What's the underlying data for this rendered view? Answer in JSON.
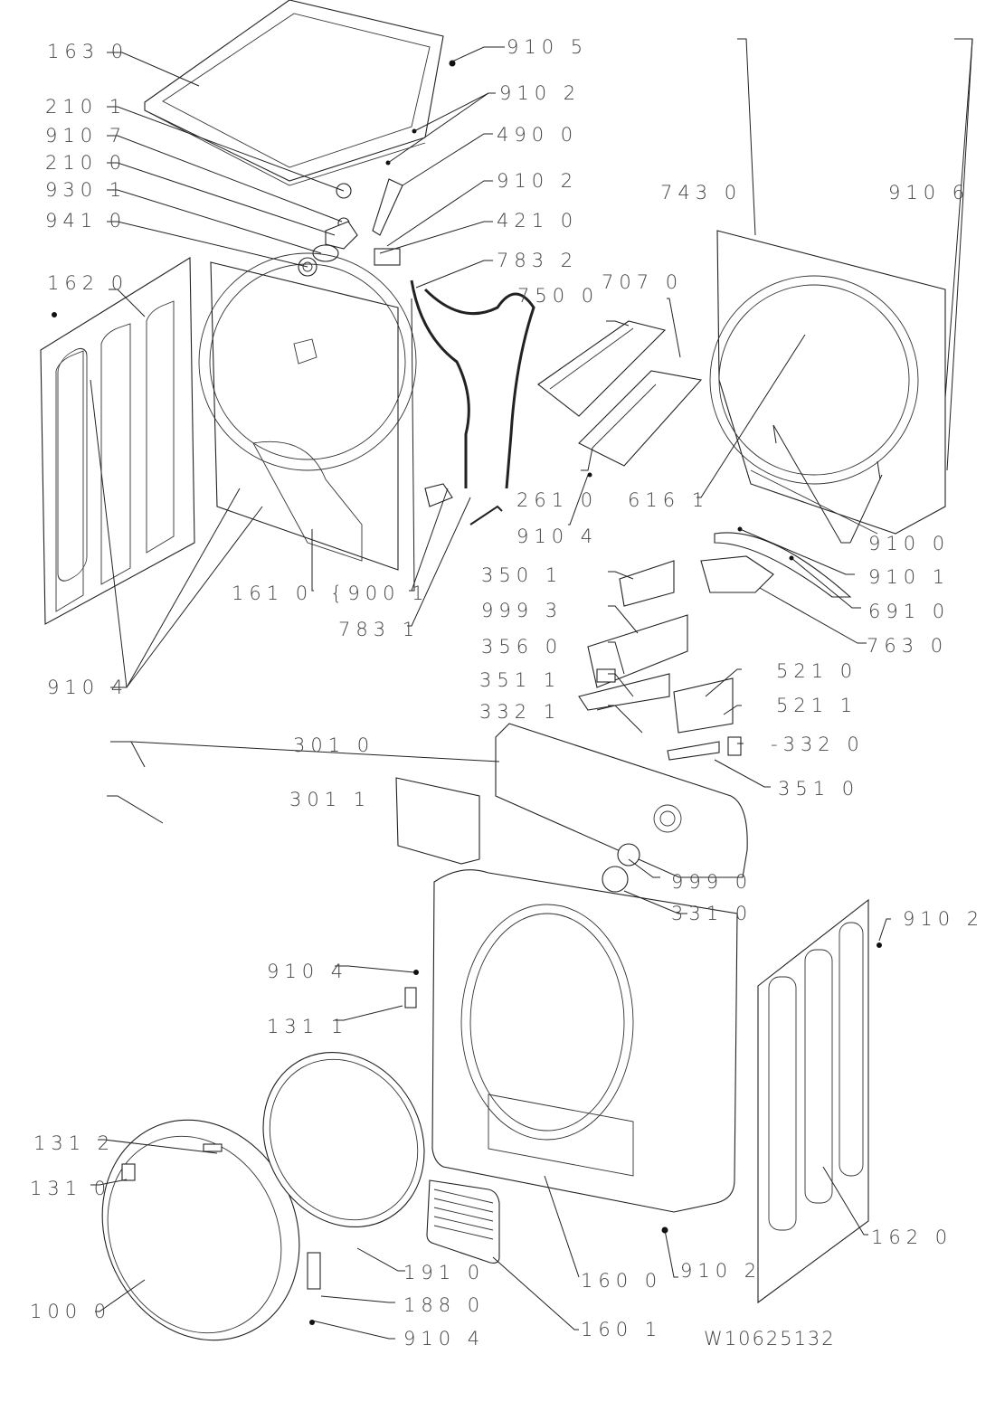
{
  "title": "Dryer exploded parts diagram",
  "document_number": "W10625132",
  "callouts": {
    "c1630": "163 0",
    "c9105": "910 5",
    "c9102a": "910 2",
    "c2101": "210 1",
    "c9107": "910 7",
    "c4900": "490 0",
    "c2100": "210 0",
    "c9102b": "910 2",
    "c9301": "930 1",
    "c4210": "421 0",
    "c9410": "941 0",
    "c7832": "783 2",
    "c7430": "743 0",
    "c9106": "910 6",
    "c1620a": "162 0",
    "c7070": "707 0",
    "c7500": "750 0",
    "c2610": "261 0",
    "c6161": "616 1",
    "c9104a": "910 4",
    "c9100": "910 0",
    "c9101": "910 1",
    "c6910": "691 0",
    "c1610": "161 0",
    "c9001": "{900 1",
    "c7831": "783 1",
    "c7630": "763 0",
    "c9104b": "910 4",
    "c3501": "350 1",
    "c9993": "999 3",
    "c3560": "356 0",
    "c5210": "521 0",
    "c3511": "351 1",
    "c5211": "521 1",
    "c3321": "332 1",
    "c3010": "301 0",
    "c3320": "-332 0",
    "c3510": "351 0",
    "c3011": "301 1",
    "c9990": "999 0",
    "c3310": "331 0",
    "c9102c": "910 2",
    "c9104c": "910 4",
    "c1311": "131 1",
    "c1312": "131 2",
    "c1310": "131 0",
    "c1910": "191 0",
    "c1600": "160 0",
    "c9102d": "910 2",
    "c1620b": "162 0",
    "c1880": "188 0",
    "c1000": "100 0",
    "c1601": "160 1",
    "c9104d": "910 4"
  }
}
